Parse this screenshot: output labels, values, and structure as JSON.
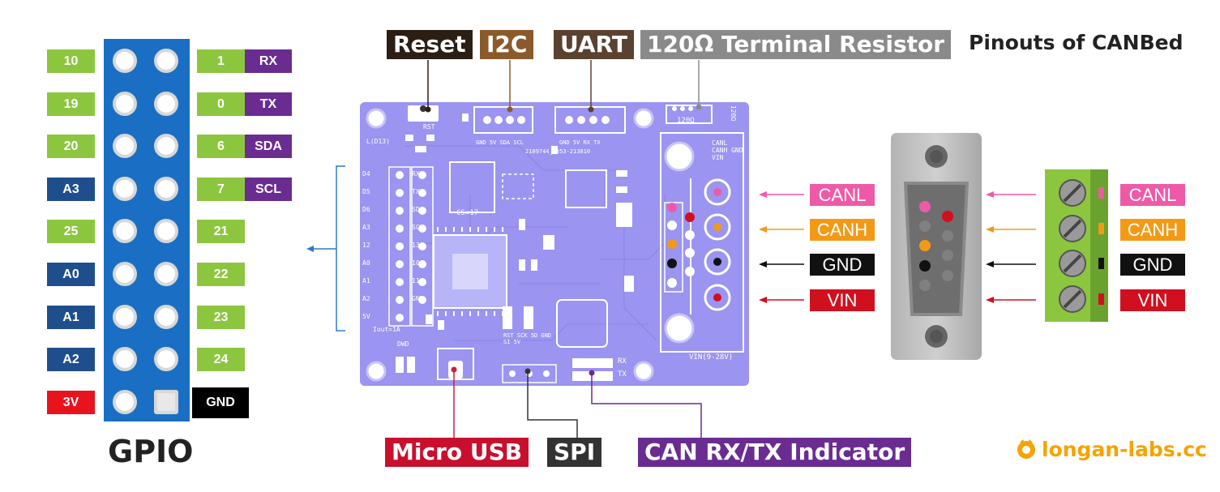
{
  "title": "Pinouts of CANBed",
  "brand": "longan-labs.cc",
  "gpio": {
    "title": "GPIO",
    "left": [
      "10",
      "19",
      "20",
      "A3",
      "25",
      "A0",
      "A1",
      "A2",
      "3V"
    ],
    "right": [
      "1",
      "0",
      "6",
      "7",
      "21",
      "22",
      "23",
      "24",
      "GND"
    ],
    "functions": [
      "RX",
      "TX",
      "SDA",
      "SCL"
    ]
  },
  "top_tags": {
    "reset": "Reset",
    "i2c": "I2C",
    "uart": "UART",
    "resistor": "120Ω Terminal Resistor"
  },
  "bottom_tags": {
    "usb": "Micro USB",
    "spi": "SPI",
    "can_indicator": "CAN RX/TX Indicator"
  },
  "signals": [
    "CANL",
    "CANH",
    "GND",
    "VIN"
  ],
  "board_silk": {
    "rst": "RST",
    "l13": "L(D13)",
    "i2c_pins": "GND 5V SDA SCL",
    "uart_pins": "GND 5V RX TX",
    "part": "2109744_T253-213810",
    "res": "120Ω",
    "res_side": "120Ω",
    "term": "CANL CANH GND VIN",
    "cs": "CS=17",
    "iout": "Iout=1A",
    "dwd": "DWD",
    "spi_pins": "RST SCK 5D GND SI 5V",
    "rx": "RX",
    "tx": "TX",
    "vin": "VIN(9-28V)",
    "header_left": [
      "D4",
      "D5",
      "D6",
      "A3",
      "12",
      "A0",
      "A1",
      "A2",
      "5V"
    ],
    "header_right": [
      "RX",
      "TX",
      "SDA",
      "SCL",
      "13",
      "10",
      "11",
      "GND"
    ]
  },
  "colors": {
    "board": "#9b94f0",
    "gpio_bar": "#1a6fc4",
    "canl": "#ef5aa8",
    "canh": "#f29a16",
    "gnd": "#111111",
    "vin": "#d0101e",
    "brand": "#f5a300",
    "terminal": "#7fbf3a"
  }
}
